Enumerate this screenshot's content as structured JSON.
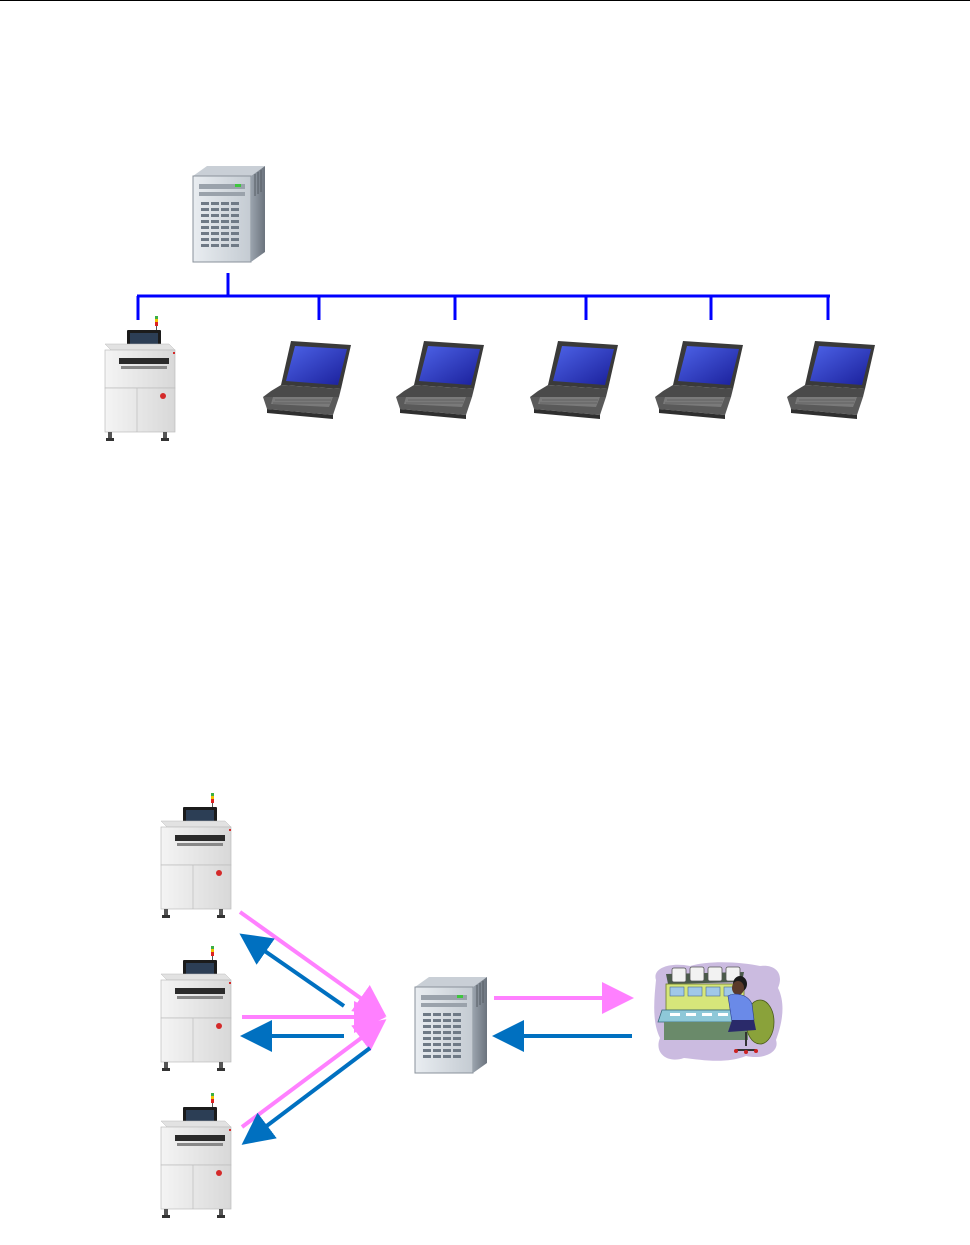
{
  "diagram_top": {
    "description_nodes": [
      "server",
      "inspection-machine",
      "laptop",
      "laptop",
      "laptop",
      "laptop",
      "laptop"
    ]
  },
  "diagram_bottom": {
    "description_nodes": [
      "inspection-machine",
      "inspection-machine",
      "inspection-machine",
      "server",
      "operator-control-room"
    ]
  },
  "colors": {
    "network_bus": "#0000ff",
    "upload_arrow": "#ff80ff",
    "download_arrow": "#0070c0",
    "laptop_screen": "#2020c8"
  }
}
